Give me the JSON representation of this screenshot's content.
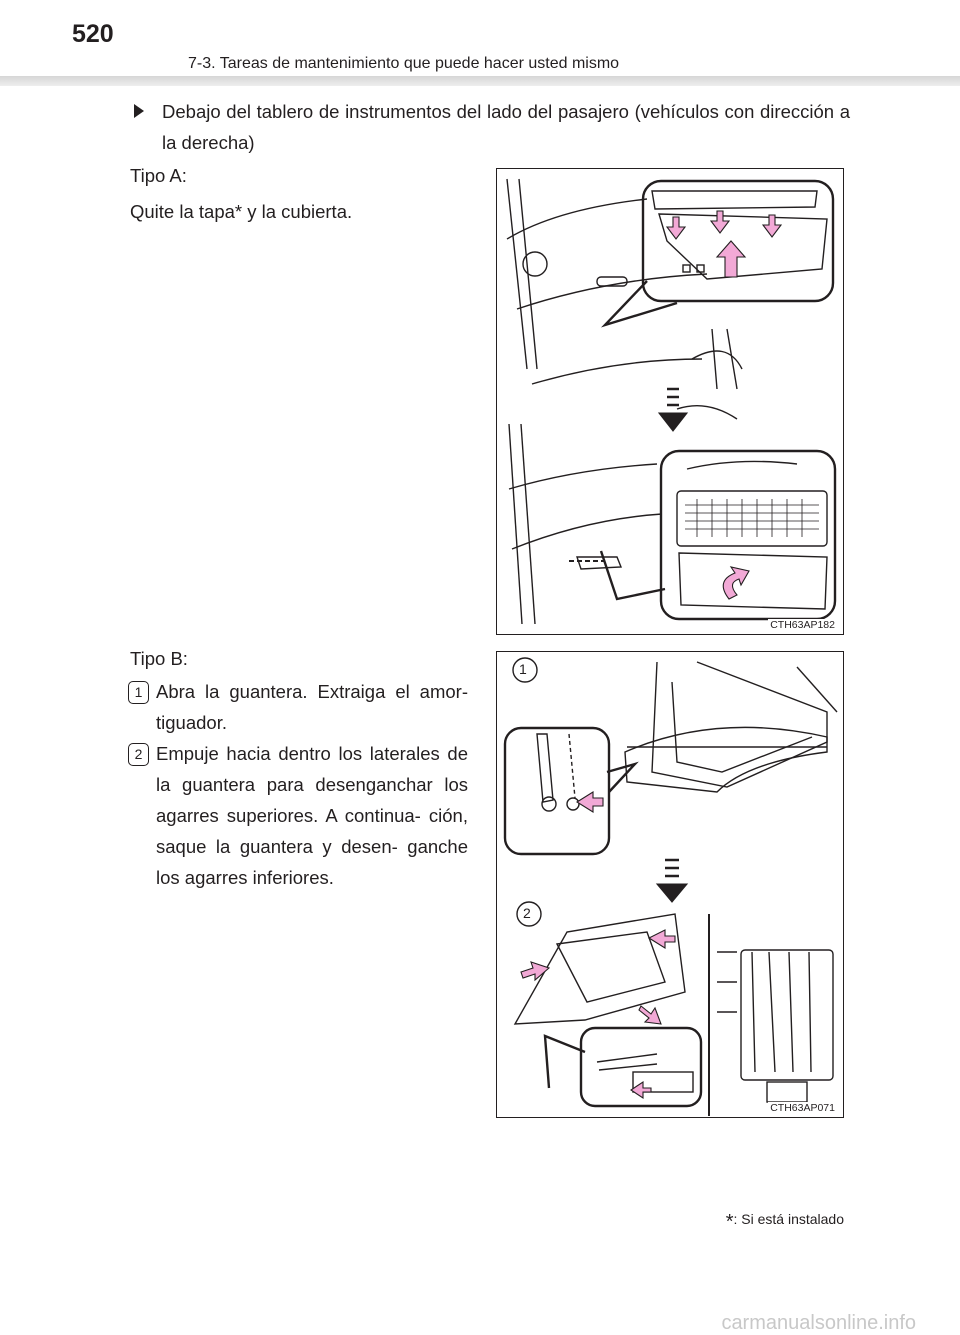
{
  "header": {
    "page_number": "520",
    "section_title": "7-3. Tareas de mantenimiento que puede hacer usted mismo"
  },
  "bullet": {
    "icon": "triangle-bullet-icon",
    "text": "Debajo del tablero de instrumentos del lado del pasajero (vehículos con dirección a la derecha)"
  },
  "type_a": {
    "label": "Tipo A:",
    "instruction": "Quite la tapa* y la cubierta.",
    "figure_code": "CTH63AP182"
  },
  "type_b": {
    "label": "Tipo B:",
    "steps": [
      {
        "num": "1",
        "text": "Abra la guantera. Extraiga el amor- tiguador."
      },
      {
        "num": "2",
        "text": "Empuje hacia dentro los laterales de la guantera para desenganchar los agarres superiores. A continua- ción, saque la guantera y desen- ganche los agarres inferiores."
      }
    ],
    "figure_code": "CTH63AP071",
    "figure_callouts": [
      "1",
      "2"
    ]
  },
  "footnote": {
    "star": "*",
    "text": ": Si está instalado"
  },
  "watermark": "carmanualsonline.info",
  "colors": {
    "text": "#231f20",
    "arrow_pink": "#f2a9d6",
    "header_band": "#d6d6d6",
    "watermark": "#c8c8c8"
  }
}
